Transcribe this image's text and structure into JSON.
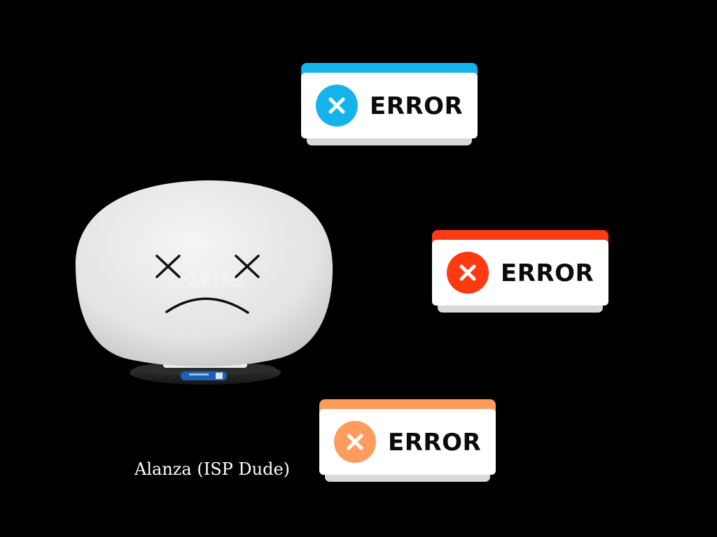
{
  "errors": [
    {
      "label": "ERROR",
      "color": "#14b4ea",
      "strip_color": "#14b4ea",
      "icon": "close-icon"
    },
    {
      "label": "ERROR",
      "color": "#fd3a12",
      "strip_color": "#fd3a12",
      "icon": "close-icon"
    },
    {
      "label": "ERROR",
      "color": "#fd9c5c",
      "strip_color": "#fd9c5c",
      "icon": "close-icon"
    }
  ],
  "router": {
    "display_text": "10:09",
    "face": "dizzy-sad-face",
    "body_color": "#ece9ea",
    "base_color": "#262626",
    "sticker_color": "#1e5fb0"
  },
  "caption": "Alanza (ISP Dude)",
  "background": "#000000"
}
